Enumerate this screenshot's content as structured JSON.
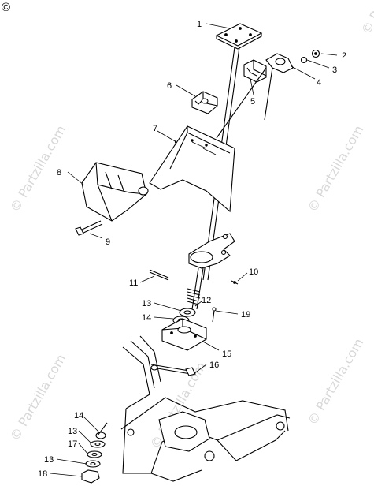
{
  "watermark": {
    "corner_mark": "©",
    "text": "© Partzilla.com"
  },
  "callouts": [
    {
      "id": "1",
      "label": "1"
    },
    {
      "id": "2",
      "label": "2"
    },
    {
      "id": "3",
      "label": "3"
    },
    {
      "id": "4",
      "label": "4"
    },
    {
      "id": "5",
      "label": "5"
    },
    {
      "id": "6",
      "label": "6"
    },
    {
      "id": "7",
      "label": "7"
    },
    {
      "id": "8",
      "label": "8"
    },
    {
      "id": "9",
      "label": "9"
    },
    {
      "id": "10",
      "label": "10"
    },
    {
      "id": "11",
      "label": "11"
    },
    {
      "id": "12",
      "label": "12"
    },
    {
      "id": "13a",
      "label": "13"
    },
    {
      "id": "14a",
      "label": "14"
    },
    {
      "id": "15",
      "label": "15"
    },
    {
      "id": "16",
      "label": "16"
    },
    {
      "id": "19",
      "label": "19"
    },
    {
      "id": "14b",
      "label": "14"
    },
    {
      "id": "13b",
      "label": "13"
    },
    {
      "id": "17",
      "label": "17"
    },
    {
      "id": "13c",
      "label": "13"
    },
    {
      "id": "18",
      "label": "18"
    }
  ]
}
